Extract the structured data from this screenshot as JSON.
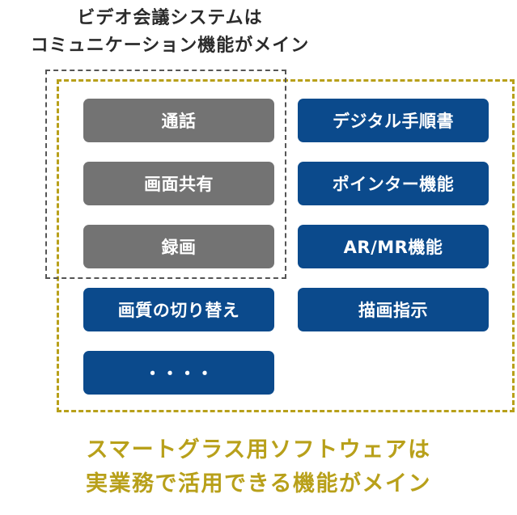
{
  "top_caption": {
    "line1": "ビデオ会議システムは",
    "line2": "コミュニケーション機能がメイン"
  },
  "video_features": [
    "通話",
    "画面共有",
    "録画"
  ],
  "glass_left_features": [
    "画質の切り替え",
    "・・・・"
  ],
  "glass_right_features": [
    "デジタル手順書",
    "ポインター機能",
    "AR/MR機能",
    "描画指示"
  ],
  "bottom_caption": {
    "line1": "スマートグラス用ソフトウェアは",
    "line2": "実業務で活用できる機能がメイン"
  },
  "colors": {
    "gray_box": "#737373",
    "blue_box": "#0b4a8c",
    "gold_accent": "#b8a01a",
    "dark_text": "#2b2b2b"
  }
}
